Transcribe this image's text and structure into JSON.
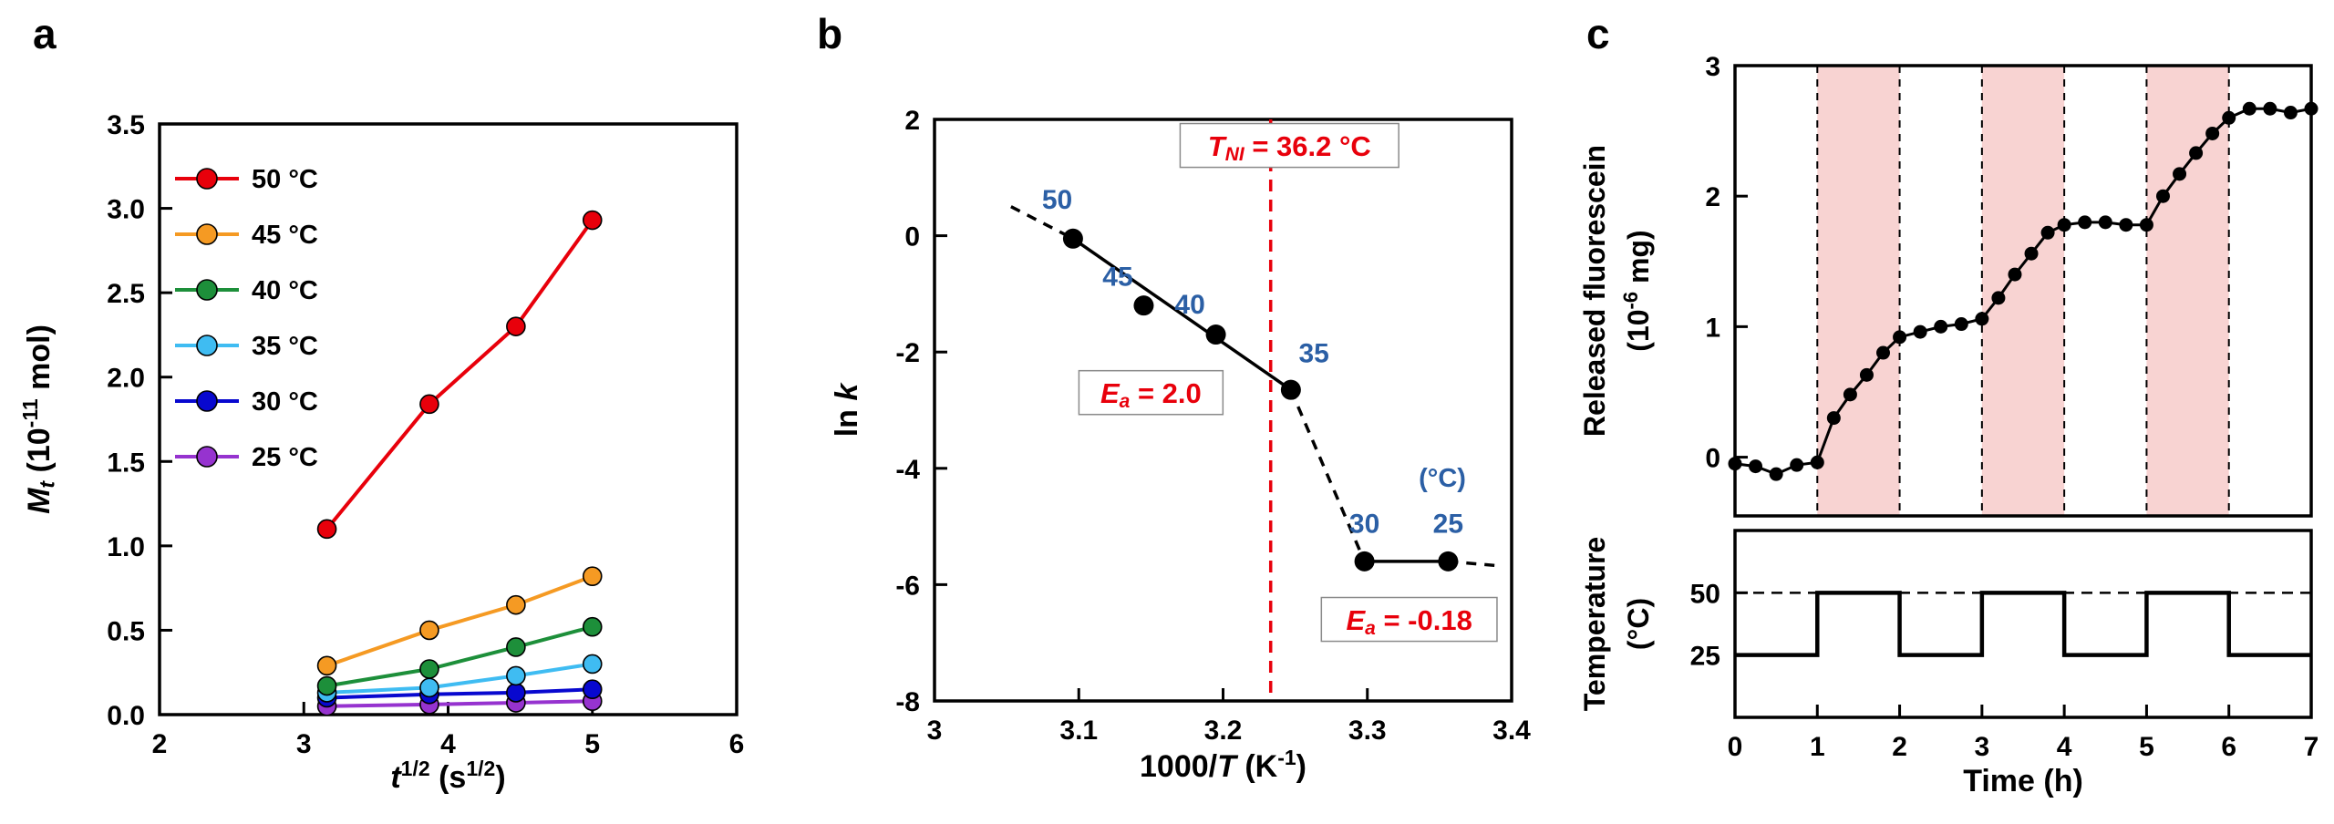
{
  "panels": {
    "a": "a",
    "b": "b",
    "c": "c"
  },
  "chart_data": [
    {
      "id": "a",
      "type": "line",
      "xlabel_segments": [
        {
          "t": "t",
          "i": true
        },
        {
          "t": "1/2",
          "sup": true
        },
        {
          "t": " (s"
        },
        {
          "t": "1/2",
          "sup": true
        },
        {
          "t": ")"
        }
      ],
      "ylabel_lines": [
        [
          {
            "t": "M",
            "i": true
          },
          {
            "t": "t",
            "i": true,
            "sub": true
          },
          {
            "t": " (10"
          },
          {
            "t": "-11",
            "sup": true
          },
          {
            "t": " mol)"
          }
        ]
      ],
      "xlim": [
        2,
        6
      ],
      "ylim": [
        0,
        3.5
      ],
      "xticks": {
        "values": [
          2,
          3,
          4,
          5,
          6
        ],
        "labels": [
          "2",
          "3",
          "4",
          "5",
          "6"
        ]
      },
      "yticks": {
        "values": [
          0,
          0.5,
          1,
          1.5,
          2,
          2.5,
          3,
          3.5
        ],
        "labels": [
          "0.0",
          "0.5",
          "1.0",
          "1.5",
          "2.0",
          "2.5",
          "3.0",
          "3.5"
        ]
      },
      "x": [
        3.16,
        3.87,
        4.47,
        5.0
      ],
      "series": [
        {
          "name": "50 °C",
          "color": "#e8000b",
          "values": [
            1.1,
            1.84,
            2.3,
            2.93
          ]
        },
        {
          "name": "45 °C",
          "color": "#f59a23",
          "values": [
            0.29,
            0.5,
            0.65,
            0.82
          ]
        },
        {
          "name": "40 °C",
          "color": "#1d8f3a",
          "values": [
            0.17,
            0.27,
            0.4,
            0.52
          ]
        },
        {
          "name": "35 °C",
          "color": "#3fbcf2",
          "values": [
            0.13,
            0.16,
            0.23,
            0.3
          ]
        },
        {
          "name": "30 °C",
          "color": "#0808cf",
          "values": [
            0.1,
            0.12,
            0.13,
            0.15
          ]
        },
        {
          "name": "25 °C",
          "color": "#9633cf",
          "values": [
            0.05,
            0.06,
            0.07,
            0.08
          ]
        }
      ],
      "legend_position": "upper-left"
    },
    {
      "id": "b",
      "type": "scatter",
      "xlabel_segments": [
        {
          "t": "1000/"
        },
        {
          "t": "T",
          "i": true
        },
        {
          "t": " (K"
        },
        {
          "t": "-1",
          "sup": true
        },
        {
          "t": ")"
        }
      ],
      "ylabel_lines": [
        [
          {
            "t": "ln "
          },
          {
            "t": "k",
            "i": true
          }
        ]
      ],
      "xlim": [
        3,
        3.4
      ],
      "ylim": [
        -8,
        2
      ],
      "xticks": {
        "values": [
          3,
          3.1,
          3.2,
          3.3,
          3.4
        ],
        "labels": [
          "3",
          "3.1",
          "3.2",
          "3.3",
          "3.4"
        ]
      },
      "yticks": {
        "values": [
          2,
          0,
          -2,
          -4,
          -6,
          -8
        ],
        "labels": [
          "2",
          "0",
          "-2",
          "-4",
          "-6",
          "-8"
        ]
      },
      "point_color": "#000000",
      "label_color": "#2b5fa5",
      "points": [
        {
          "x": 3.096,
          "y": -0.05,
          "label": "50",
          "label_x": 3.085,
          "label_y": 0.62
        },
        {
          "x": 3.145,
          "y": -1.2,
          "label": "45",
          "label_x": 3.127,
          "label_y": -0.7
        },
        {
          "x": 3.195,
          "y": -1.7,
          "label": "40",
          "label_x": 3.177,
          "label_y": -1.18
        },
        {
          "x": 3.247,
          "y": -2.65,
          "label": "35",
          "label_x": 3.263,
          "label_y": -2.02
        },
        {
          "x": 3.298,
          "y": -5.6,
          "label": "30",
          "label_x": 3.298,
          "label_y": -4.95
        },
        {
          "x": 3.356,
          "y": -5.6,
          "label": "25",
          "label_x": 3.356,
          "label_y": -4.95
        }
      ],
      "fit_lines": [
        {
          "dashed": true,
          "points": [
            [
              3.053,
              0.5
            ],
            [
              3.096,
              -0.05
            ]
          ]
        },
        {
          "dashed": false,
          "points": [
            [
              3.096,
              -0.05
            ],
            [
              3.247,
              -2.65
            ]
          ]
        },
        {
          "dashed": true,
          "points": [
            [
              3.247,
              -2.65
            ],
            [
              3.298,
              -5.6
            ]
          ]
        },
        {
          "dashed": false,
          "points": [
            [
              3.298,
              -5.6
            ],
            [
              3.356,
              -5.6
            ]
          ]
        },
        {
          "dashed": true,
          "points": [
            [
              3.356,
              -5.6
            ],
            [
              3.393,
              -5.68
            ]
          ]
        }
      ],
      "vline": {
        "x": 3.233,
        "color": "#e8000b",
        "meaning": "T_NI = 36.2 °C"
      },
      "annotations": [
        {
          "segments": [
            {
              "t": "T",
              "i": true
            },
            {
              "t": "NI",
              "i": true,
              "sub": true
            },
            {
              "t": " = 36.2 °C"
            }
          ],
          "x": 3.246,
          "y": 1.55,
          "color": "#e8000b",
          "box": true,
          "size": 31
        },
        {
          "segments": [
            {
              "t": "E",
              "i": true
            },
            {
              "t": "a",
              "i": true,
              "sub": true
            },
            {
              "t": " = 2.0"
            }
          ],
          "x": 3.15,
          "y": -2.7,
          "color": "#e8000b",
          "box": true,
          "size": 31
        },
        {
          "segments": [
            {
              "t": "E",
              "i": true
            },
            {
              "t": "a",
              "i": true,
              "sub": true
            },
            {
              "t": " = -0.18"
            }
          ],
          "x": 3.329,
          "y": -6.6,
          "color": "#e8000b",
          "box": true,
          "size": 31
        },
        {
          "segments": [
            {
              "t": "(°C)"
            }
          ],
          "x": 3.352,
          "y": -4.15,
          "color": "#2b5fa5",
          "box": false,
          "size": 29
        }
      ]
    },
    {
      "id": "c_top",
      "type": "line",
      "ylabel_lines": [
        [
          {
            "t": "Released fluorescein"
          }
        ],
        [
          {
            "t": "(10"
          },
          {
            "t": "-6",
            "sup": true
          },
          {
            "t": " mg)"
          }
        ]
      ],
      "xlim": [
        0,
        7
      ],
      "ylim": [
        -0.45,
        3
      ],
      "xticks": {
        "values": [],
        "labels": []
      },
      "yticks": {
        "values": [
          0,
          1,
          2,
          3
        ],
        "labels": [
          "0",
          "1",
          "2",
          "3"
        ]
      },
      "bands": {
        "ranges": [
          [
            1,
            2
          ],
          [
            3,
            4
          ],
          [
            5,
            6
          ]
        ],
        "color": "#f8d3d2"
      },
      "vlines": [
        1,
        2,
        3,
        4,
        5,
        6
      ],
      "x": [
        0,
        0.25,
        0.5,
        0.75,
        1.0,
        1.2,
        1.4,
        1.6,
        1.8,
        2.0,
        2.25,
        2.5,
        2.75,
        3.0,
        3.2,
        3.4,
        3.6,
        3.8,
        4.0,
        4.25,
        4.5,
        4.75,
        5.0,
        5.2,
        5.4,
        5.6,
        5.8,
        6.0,
        6.25,
        6.5,
        6.75,
        7.0
      ],
      "series": [
        {
          "name": "Released fluorescein",
          "color": "#000000",
          "values": [
            -0.05,
            -0.07,
            -0.13,
            -0.06,
            -0.04,
            0.3,
            0.48,
            0.63,
            0.8,
            0.92,
            0.96,
            1.0,
            1.02,
            1.06,
            1.22,
            1.4,
            1.56,
            1.72,
            1.78,
            1.8,
            1.8,
            1.78,
            1.78,
            2.0,
            2.17,
            2.33,
            2.48,
            2.6,
            2.67,
            2.67,
            2.64,
            2.67
          ]
        }
      ]
    },
    {
      "id": "c_bottom",
      "type": "step",
      "xlabel_segments": [
        {
          "t": "Time (h)"
        }
      ],
      "ylabel_lines": [
        [
          {
            "t": "Temperature"
          }
        ],
        [
          {
            "t": "(°C)"
          }
        ]
      ],
      "xlim": [
        0,
        7
      ],
      "ylim": [
        0,
        75
      ],
      "xticks": {
        "values": [
          0,
          1,
          2,
          3,
          4,
          5,
          6,
          7
        ],
        "labels": [
          "0",
          "1",
          "2",
          "3",
          "4",
          "5",
          "6",
          "7"
        ]
      },
      "yticks": {
        "values": [
          25,
          50
        ],
        "labels": [
          "25",
          "50"
        ]
      },
      "hline": {
        "y": 50,
        "dashed": true
      },
      "step_points": [
        [
          0,
          25
        ],
        [
          1,
          25
        ],
        [
          1,
          50
        ],
        [
          2,
          50
        ],
        [
          2,
          25
        ],
        [
          3,
          25
        ],
        [
          3,
          50
        ],
        [
          4,
          50
        ],
        [
          4,
          25
        ],
        [
          5,
          25
        ],
        [
          5,
          50
        ],
        [
          6,
          50
        ],
        [
          6,
          25
        ],
        [
          7,
          25
        ]
      ]
    }
  ]
}
